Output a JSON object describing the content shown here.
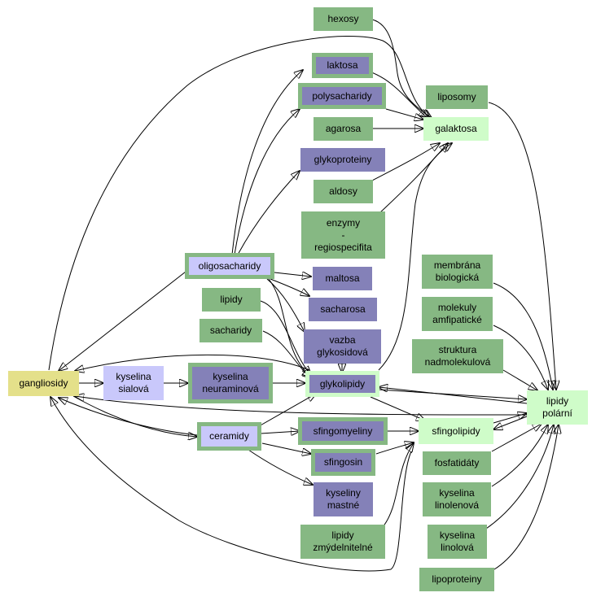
{
  "colors": {
    "green": "#86b883",
    "purple": "#8481b8",
    "light_purple": "#c9c8fb",
    "light_green": "#cffcc9",
    "yellow": "#e4e08a"
  },
  "nodes": [
    {
      "id": "hexosy",
      "label": "hexosy",
      "style": "green"
    },
    {
      "id": "laktosa",
      "label": "laktosa",
      "style": "purple-framed"
    },
    {
      "id": "polysacharidy",
      "label": "polysacharidy",
      "style": "purple-framed"
    },
    {
      "id": "agarosa",
      "label": "agarosa",
      "style": "green"
    },
    {
      "id": "glykoproteiny",
      "label": "glykoproteiny",
      "style": "purple"
    },
    {
      "id": "aldosy",
      "label": "aldosy",
      "style": "green"
    },
    {
      "id": "enzymy",
      "label": "enzymy\n-\nregiospecifita",
      "style": "green"
    },
    {
      "id": "liposomy",
      "label": "liposomy",
      "style": "green"
    },
    {
      "id": "galaktosa",
      "label": "galaktosa",
      "style": "light-green"
    },
    {
      "id": "oligosacharidy",
      "label": "oligosacharidy",
      "style": "lightpurple-framed"
    },
    {
      "id": "maltosa",
      "label": "maltosa",
      "style": "purple"
    },
    {
      "id": "lipidy",
      "label": "lipidy",
      "style": "green"
    },
    {
      "id": "sacharosa",
      "label": "sacharosa",
      "style": "purple"
    },
    {
      "id": "sacharidy",
      "label": "sacharidy",
      "style": "green"
    },
    {
      "id": "vazba",
      "label": "vazba\nglykosidová",
      "style": "purple"
    },
    {
      "id": "membrana",
      "label": "membrána\nbiologická",
      "style": "green"
    },
    {
      "id": "molekuly",
      "label": "molekuly\namfipatické",
      "style": "green"
    },
    {
      "id": "struktura",
      "label": "struktura\nnadmolekulová",
      "style": "green"
    },
    {
      "id": "gangliosidy",
      "label": "gangliosidy",
      "style": "yellow"
    },
    {
      "id": "kyselina_sialova",
      "label": "kyselina\nsialová",
      "style": "light-purple"
    },
    {
      "id": "kyselina_neuraminova",
      "label": "kyselina\nneuraminová",
      "style": "purple-framed"
    },
    {
      "id": "glykolipidy",
      "label": "glykolipidy",
      "style": "purple-lightframed"
    },
    {
      "id": "lipidy_polarni",
      "label": "lipidy\npolární",
      "style": "light-green"
    },
    {
      "id": "ceramidy",
      "label": "ceramidy",
      "style": "lightpurple-framed"
    },
    {
      "id": "sfingomyeliny",
      "label": "sfingomyeliny",
      "style": "purple-framed"
    },
    {
      "id": "sfingolipidy",
      "label": "sfingolipidy",
      "style": "light-green"
    },
    {
      "id": "sfingosin",
      "label": "sfingosin",
      "style": "purple-framed"
    },
    {
      "id": "fosfatidaty",
      "label": "fosfatidáty",
      "style": "green"
    },
    {
      "id": "kyseliny_mastne",
      "label": "kyseliny\nmastné",
      "style": "purple"
    },
    {
      "id": "kyselina_linolenova",
      "label": "kyselina\nlinolenová",
      "style": "green"
    },
    {
      "id": "lipidy_zmydelnitelne",
      "label": "lipidy\nzmýdelnitelné",
      "style": "green"
    },
    {
      "id": "kyselina_linolova",
      "label": "kyselina\nlinolová",
      "style": "green"
    },
    {
      "id": "lipoproteiny",
      "label": "lipoproteiny",
      "style": "green"
    }
  ]
}
